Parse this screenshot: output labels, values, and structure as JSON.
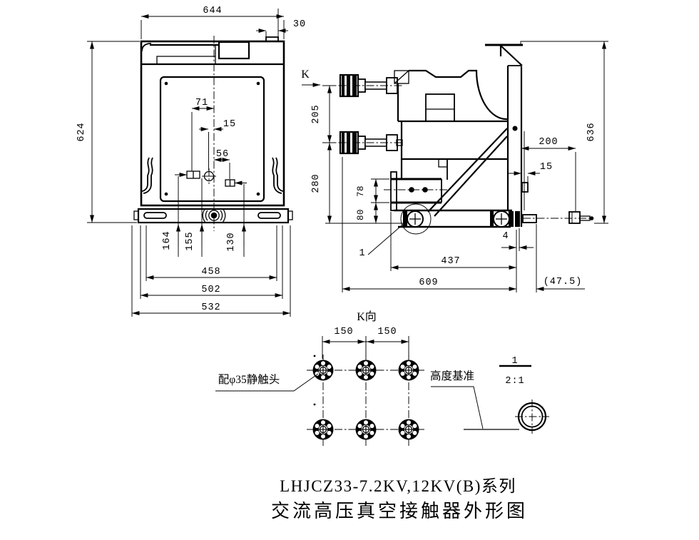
{
  "title": {
    "series": "LHJCZ33-7.2KV,12KV(B)系列",
    "name": "交流高压真空接触器外形图"
  },
  "front_view": {
    "d644": "644",
    "d30": "30",
    "d624": "624",
    "d71": "71",
    "d15": "15",
    "d56": "56",
    "d164": "164",
    "d155": "155",
    "d130": "130",
    "d458": "458",
    "d502": "502",
    "d532": "532"
  },
  "side_view": {
    "k_label": "K",
    "d205": "205",
    "d280": "280",
    "d78": "78",
    "d80": "80",
    "d200": "200",
    "d15": "15",
    "d636": "636",
    "d437": "437",
    "d609": "609",
    "d4": "4",
    "d47_5": "(47.5)",
    "detail_ref": "1"
  },
  "bottom_view": {
    "view_label": "K向",
    "d150_left": "150",
    "d150_right": "150",
    "note_static_contact": "配φ35静触头",
    "note_height_datum": "高度基准"
  },
  "detail_view": {
    "number": "1",
    "scale": "2:1"
  },
  "colors": {
    "line": "#000000",
    "background": "#ffffff"
  }
}
